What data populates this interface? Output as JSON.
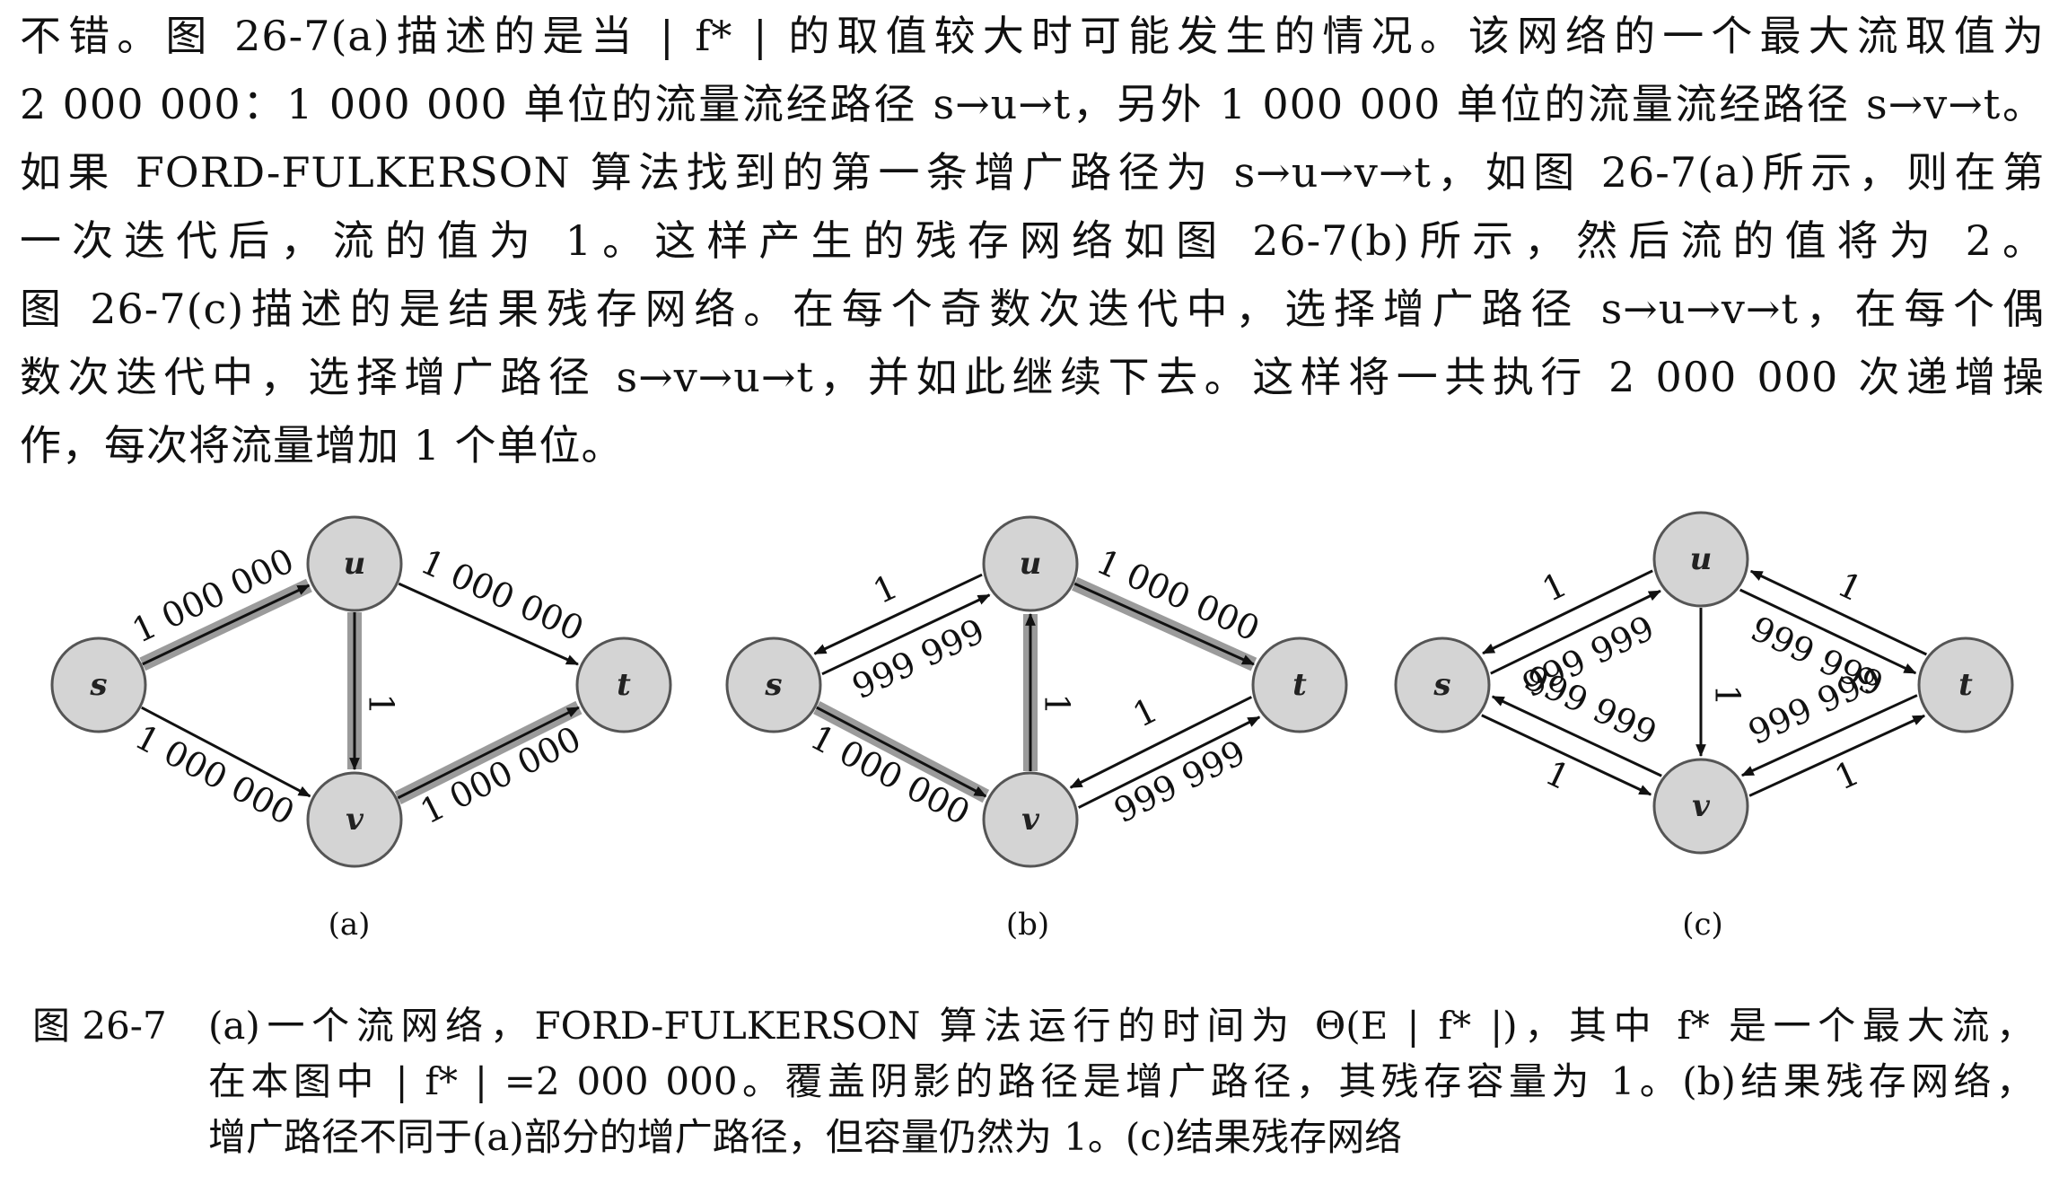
{
  "paragraph": {
    "lines": [
      "不错。图 26-7(a)描述的是当 | f* | 的取值较大时可能发生的情况。该网络的一个最大流取值为",
      "2 000 000：1 000 000 单位的流量流经路径 s→u→t，另外 1 000 000 单位的流量流经路径 s→v→t。",
      "如果 FORD-FULKERSON 算法找到的第一条增广路径为 s→u→v→t，如图 26-7(a)所示，则在第",
      "一次迭代后，流的值为 1。这样产生的残存网络如图 26-7(b)所示，然后流的值将为 2。",
      "图 26-7(c)描述的是结果残存网络。在每个奇数次迭代中，选择增广路径 s→u→v→t，在每个偶",
      "数次迭代中，选择增广路径 s→v→u→t，并如此继续下去。这样将一共执行 2 000 000 次递增操",
      "作，每次将流量增加 1 个单位。"
    ]
  },
  "figure": {
    "nodes": [
      "s",
      "u",
      "v",
      "t"
    ],
    "panels": [
      {
        "label": "(a)",
        "edges": [
          {
            "from": "s",
            "to": "u",
            "capacity": "1 000 000",
            "shaded": true
          },
          {
            "from": "u",
            "to": "t",
            "capacity": "1 000 000",
            "shaded": false
          },
          {
            "from": "s",
            "to": "v",
            "capacity": "1 000 000",
            "shaded": false
          },
          {
            "from": "v",
            "to": "t",
            "capacity": "1 000 000",
            "shaded": true
          },
          {
            "from": "u",
            "to": "v",
            "capacity": "1",
            "shaded": true
          }
        ]
      },
      {
        "label": "(b)",
        "edges": [
          {
            "from": "s",
            "to": "u",
            "capacity": "999 999",
            "shaded": false
          },
          {
            "from": "u",
            "to": "s",
            "capacity": "1",
            "shaded": false
          },
          {
            "from": "u",
            "to": "t",
            "capacity": "1 000 000",
            "shaded": true
          },
          {
            "from": "s",
            "to": "v",
            "capacity": "1 000 000",
            "shaded": true
          },
          {
            "from": "v",
            "to": "u",
            "capacity": "1",
            "shaded": true
          },
          {
            "from": "v",
            "to": "t",
            "capacity": "999 999",
            "shaded": false
          },
          {
            "from": "t",
            "to": "v",
            "capacity": "1",
            "shaded": false
          }
        ]
      },
      {
        "label": "(c)",
        "edges": [
          {
            "from": "s",
            "to": "u",
            "capacity": "999 999"
          },
          {
            "from": "u",
            "to": "s",
            "capacity": "1"
          },
          {
            "from": "u",
            "to": "t",
            "capacity": "999 999"
          },
          {
            "from": "t",
            "to": "u",
            "capacity": "1"
          },
          {
            "from": "u",
            "to": "v",
            "capacity": "1"
          },
          {
            "from": "v",
            "to": "s",
            "capacity": "999 999"
          },
          {
            "from": "s",
            "to": "v",
            "capacity": "1"
          },
          {
            "from": "t",
            "to": "v",
            "capacity": "999 999"
          },
          {
            "from": "v",
            "to": "t",
            "capacity": "1"
          }
        ]
      }
    ]
  },
  "caption": {
    "number": "图 26-7",
    "lines": [
      "(a)一个流网络，FORD-FULKERSON 算法运行的时间为 Θ(E | f* |)，其中 f* 是一个最大流，",
      "在本图中 | f* | =2 000 000。覆盖阴影的路径是增广路径，其残存容量为 1。(b)结果残存网络，",
      "增广路径不同于(a)部分的增广路径，但容量仍然为 1。(c)结果残存网络"
    ]
  }
}
